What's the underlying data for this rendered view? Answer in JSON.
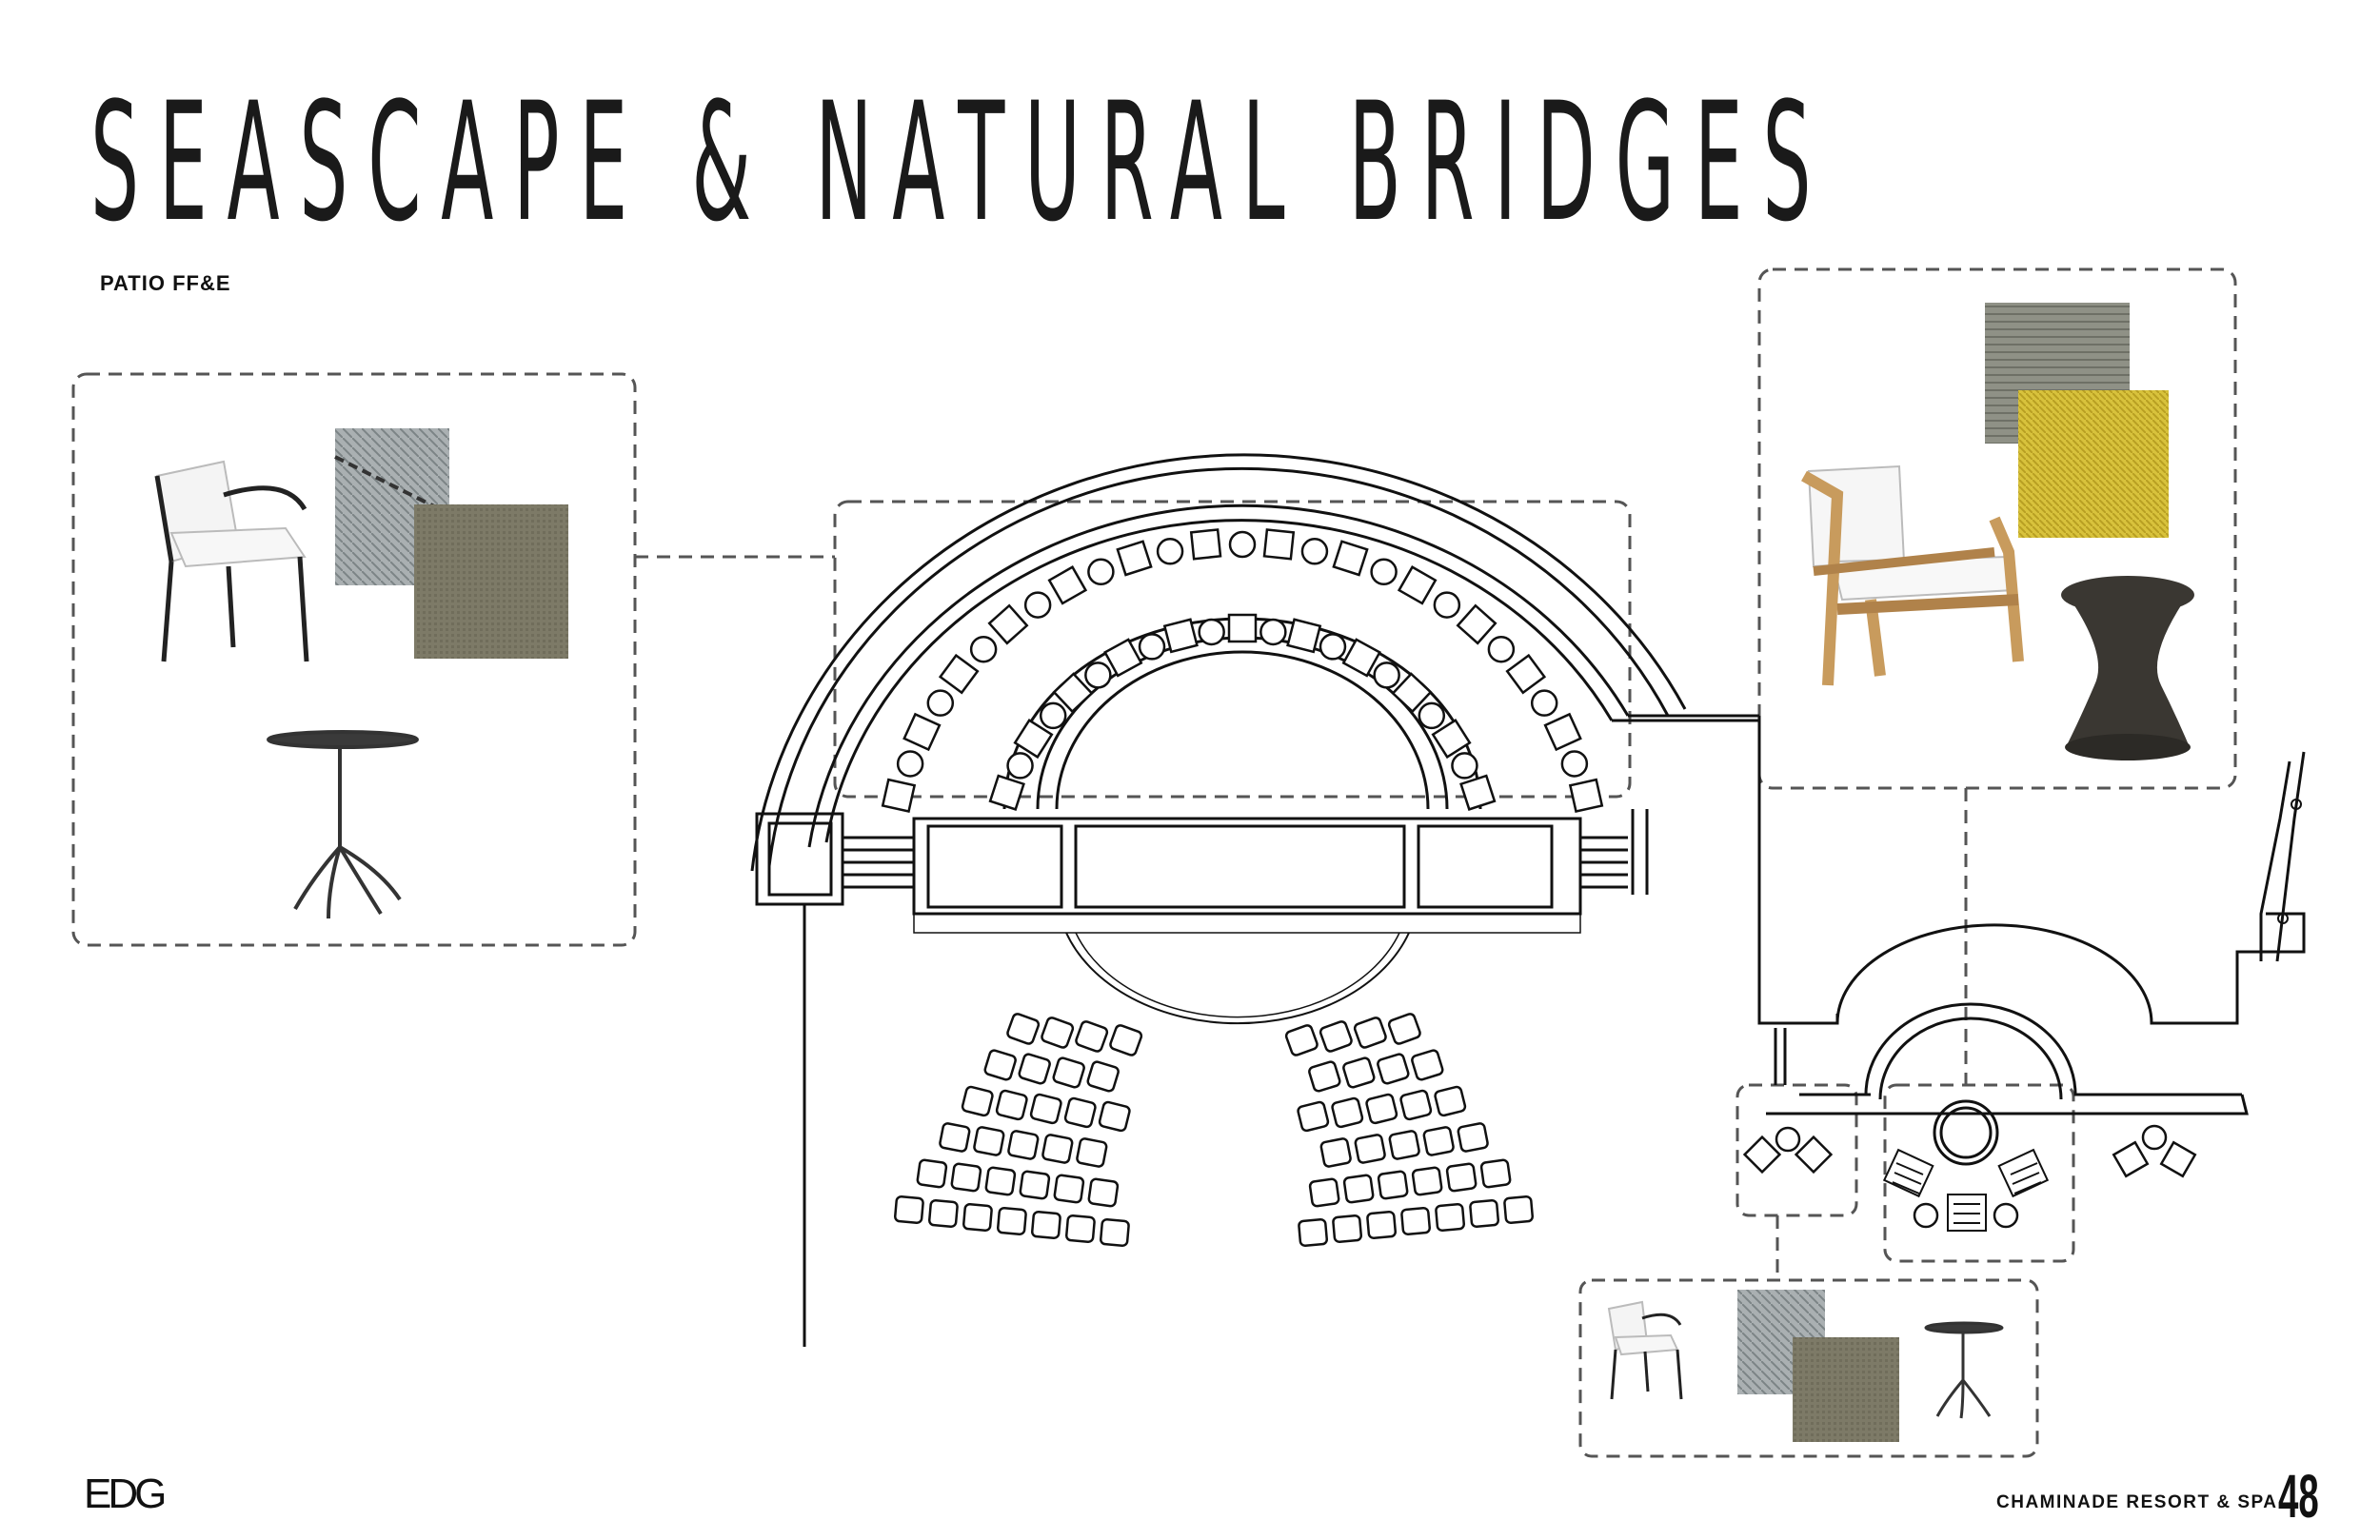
{
  "header": {
    "title": "SEASCAPE & NATURAL BRIDGES",
    "subtitle": "PATIO FF&E"
  },
  "footer": {
    "logo_text": "EDG",
    "project_name": "CHAMINADE RESORT & SPA",
    "page_number": "48"
  },
  "colors": {
    "ink": "#111111",
    "dashed_frame": "#555555",
    "fabric_green": "#7d7a67",
    "fabric_grey": "#a8aeb0",
    "fabric_yellow": "#d8c23c",
    "teak": "#c89b5d",
    "bronze": "#3a3732"
  },
  "icons": [
    "dining-chair-icon",
    "bistro-table-icon",
    "lounge-chair-icon",
    "drum-side-table-icon",
    "fabric-swatch-icon"
  ]
}
